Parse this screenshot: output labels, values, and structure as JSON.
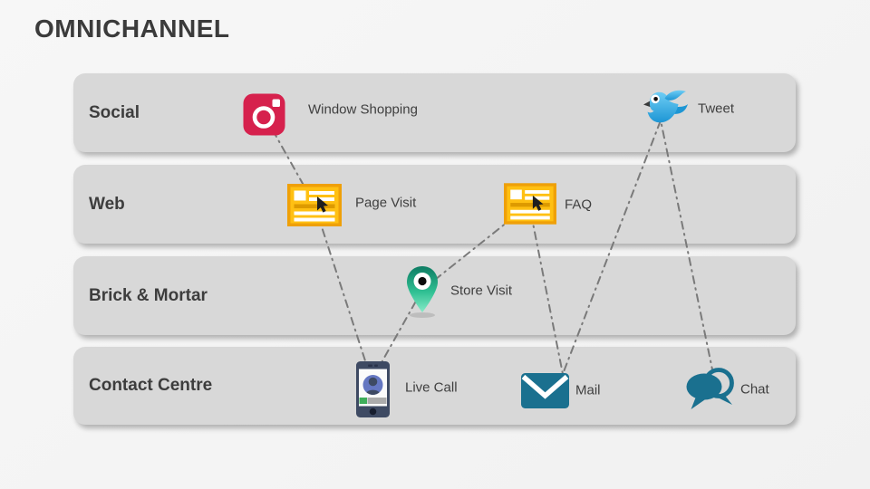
{
  "title": "OMNICHANNEL",
  "rows": [
    {
      "label": "Social"
    },
    {
      "label": "Web"
    },
    {
      "label": "Brick & Mortar"
    },
    {
      "label": "Contact Centre"
    }
  ],
  "items": {
    "window_shopping": {
      "label": "Window Shopping",
      "icon": "instagram-camera-icon",
      "row": "Social"
    },
    "tweet": {
      "label": "Tweet",
      "icon": "twitter-bird-icon",
      "row": "Social"
    },
    "page_visit": {
      "label": "Page Visit",
      "icon": "webpage-cursor-icon",
      "row": "Web"
    },
    "faq": {
      "label": "FAQ",
      "icon": "webpage-cursor-icon",
      "row": "Web"
    },
    "store_visit": {
      "label": "Store Visit",
      "icon": "map-pin-icon",
      "row": "Brick & Mortar"
    },
    "live_call": {
      "label": "Live Call",
      "icon": "smartphone-icon",
      "row": "Contact Centre"
    },
    "mail": {
      "label": "Mail",
      "icon": "envelope-icon",
      "row": "Contact Centre"
    },
    "chat": {
      "label": "Chat",
      "icon": "chat-bubbles-icon",
      "row": "Contact Centre"
    }
  },
  "journey_sequence": [
    "window_shopping",
    "page_visit",
    "live_call",
    "store_visit",
    "faq",
    "mail",
    "tweet",
    "chat"
  ],
  "colors": {
    "background": "#f4f4f4",
    "band_gray": "#d8d8d8",
    "text_dark": "#3d3d3d",
    "connector_gray": "#7a7a7a",
    "instagram_red": "#d6214d",
    "web_amber_fill": "#ffc013",
    "web_amber_border": "#efa008",
    "web_amber_bar": "#dd9a00",
    "twitter_blue_light": "#6ecdf5",
    "twitter_blue_dark": "#1d96d4",
    "pin_teal_dark": "#0e7c63",
    "pin_teal_light": "#87ebc8",
    "phone_navy": "#3e4a63",
    "avatar_violet": "#6577c2",
    "call_green": "#3fae5a",
    "contact_teal": "#1a708f"
  }
}
